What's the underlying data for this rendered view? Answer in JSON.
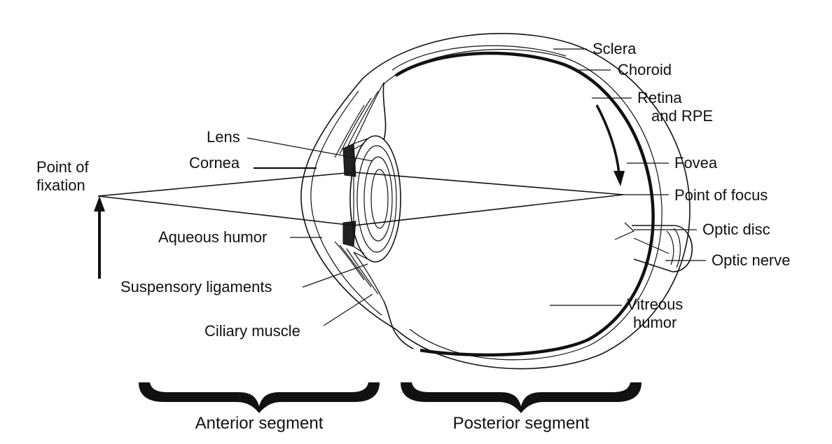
{
  "labels": {
    "sclera": "Sclera",
    "choroid": "Choroid",
    "retina_line1": "Retina",
    "retina_line2": "and RPE",
    "fovea": "Fovea",
    "point_of_focus": "Point of focus",
    "optic_disc": "Optic disc",
    "optic_nerve": "Optic nerve",
    "vitreous_line1": "Vitreous",
    "vitreous_line2": "humor",
    "lens": "Lens",
    "cornea": "Cornea",
    "fixation_line1": "Point of",
    "fixation_line2": "fixation",
    "aqueous_humor": "Aqueous humor",
    "suspensory_ligaments": "Suspensory ligaments",
    "ciliary_muscle": "Ciliary muscle"
  },
  "segments": {
    "anterior": "Anterior segment",
    "posterior": "Posterior segment"
  }
}
